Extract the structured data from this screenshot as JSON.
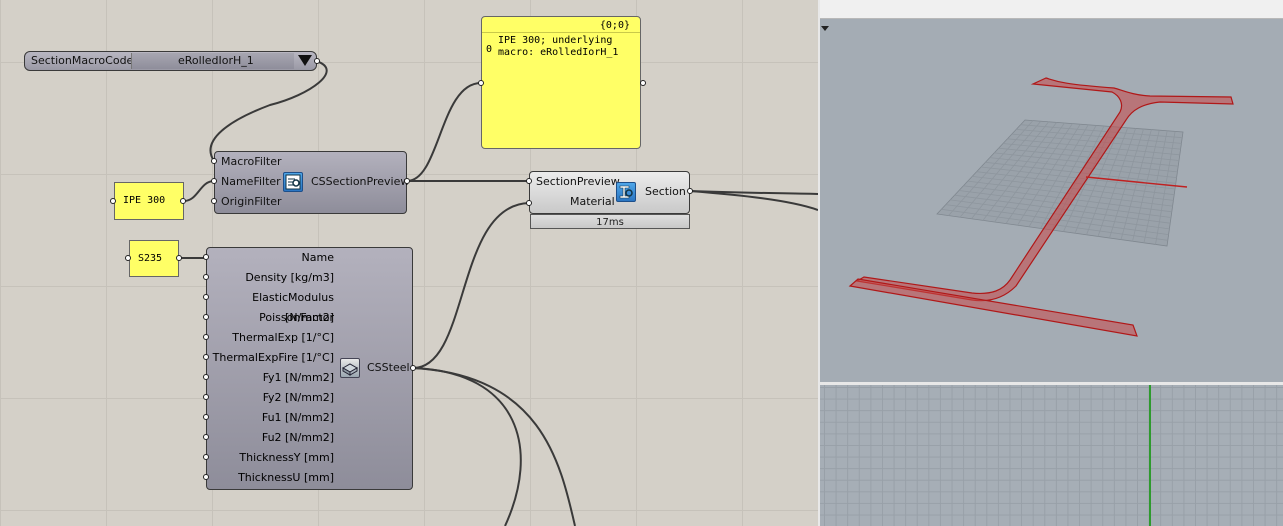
{
  "macro_code": {
    "label": "SectionMacroCode",
    "value": "eRolledIorH_1"
  },
  "name_panel": {
    "text": "IPE 300"
  },
  "material_panel": {
    "text": "S235"
  },
  "output_panel": {
    "path": "{0;0}",
    "index": "0",
    "text": "IPE 300; underlying macro: eRolledIorH_1"
  },
  "section_preview": {
    "inputs": [
      "MacroFilter",
      "NameFilter",
      "OriginFilter"
    ],
    "name": "CSSectionPreview"
  },
  "section": {
    "inputs": [
      "SectionPreview",
      "Material"
    ],
    "name": "Section",
    "timing": "17ms"
  },
  "steel": {
    "inputs": [
      "Name",
      "Density [kg/m3]",
      "ElasticModulus [N/mm2]",
      "PoissonFactor",
      "ThermalExp [1/°C]",
      "ThermalExpFire [1/°C]",
      "Fy1 [N/mm2]",
      "Fy2 [N/mm2]",
      "Fu1 [N/mm2]",
      "Fu2 [N/mm2]",
      "ThicknessY [mm]",
      "ThicknessU [mm]"
    ],
    "name": "CSSteel"
  },
  "colors": {
    "canvas": "#d4d0c8",
    "panel_yellow": "#ffff66",
    "section_red": "#c84848",
    "axis_green": "#2e9a2e"
  },
  "icons": {
    "dropdown": "triangle-down-icon",
    "preview": "section-preview-icon",
    "section": "section-icon",
    "steel": "steel-material-icon"
  }
}
